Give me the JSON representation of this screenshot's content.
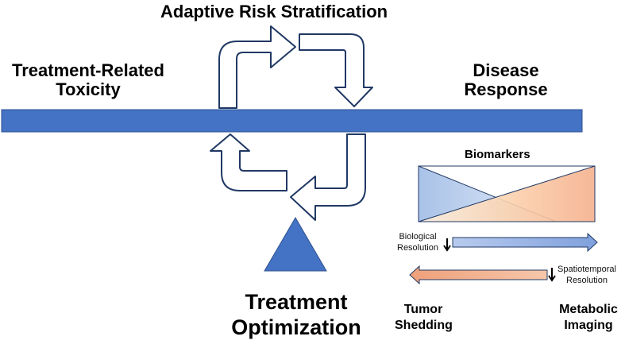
{
  "title": "Adaptive Risk Stratification",
  "left_label": [
    "Treatment-Related",
    "Toxicity"
  ],
  "right_label": [
    "Disease",
    "Response"
  ],
  "bottom_label": [
    "Treatment",
    "Optimization"
  ],
  "biomarkers": {
    "title": "Biomarkers",
    "biological_resolution": [
      "Biological",
      "Resolution"
    ],
    "spatiotemporal_resolution": [
      "Spatiotemporal",
      "Resolution"
    ],
    "left_end": [
      "Tumor",
      "Shedding"
    ],
    "right_end": [
      "Metabolic",
      "Imaging"
    ]
  },
  "colors": {
    "beam": "#4472c4",
    "outline": "#203864",
    "blue_fill": "#bdd0ec",
    "orange_fill": "#f8c8a8",
    "blue_arrow": "#9db6e4",
    "orange_arrow": "#eeaa84"
  }
}
